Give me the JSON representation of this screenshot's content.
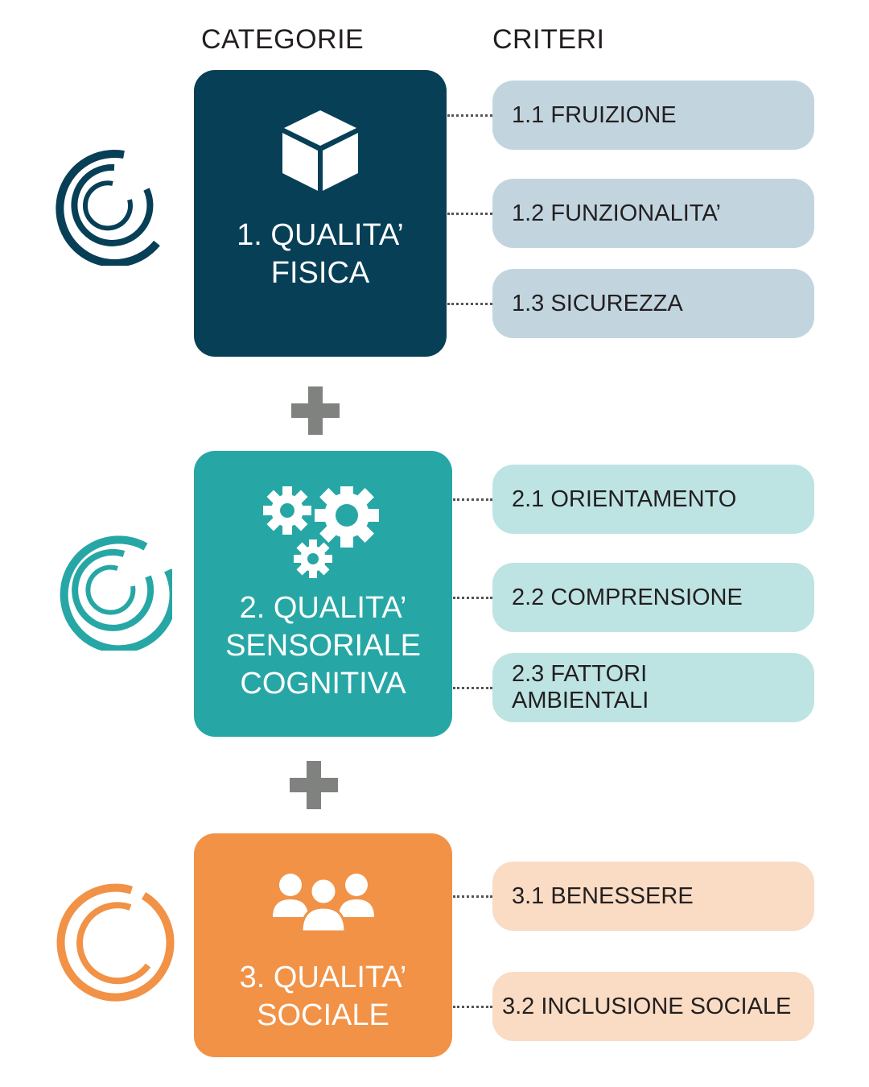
{
  "headers": {
    "categories": "CATEGORIE",
    "criteria": "CRITERI"
  },
  "colors": {
    "physical": "#073f57",
    "physical_light": "#c2d5df",
    "sensory": "#26a7a5",
    "sensory_light": "#bde4e3",
    "social": "#f19246",
    "social_light": "#fadbc4",
    "plus": "#7f827e"
  },
  "categories": [
    {
      "icon": "cube-icon",
      "title_line1": "1. QUALITA’",
      "title_line2": "FISICA",
      "criteria": [
        "1.1 FRUIZIONE",
        "1.2 FUNZIONALITA’",
        "1.3 SICUREZZA"
      ]
    },
    {
      "icon": "gears-icon",
      "title_line1": "2. QUALITA’",
      "title_line2": "SENSORIALE",
      "title_line3": "COGNITIVA",
      "criteria": [
        "2.1 ORIENTAMENTO",
        "2.2 COMPRENSIONE"
      ],
      "criterion_3_line1": "2.3 FATTORI",
      "criterion_3_line2": "AMBIENTALI"
    },
    {
      "icon": "people-icon",
      "title_line1": "3. QUALITA’",
      "title_line2": "SOCIALE",
      "criteria": [
        "3.1 BENESSERE",
        "3.2 INCLUSIONE SOCIALE"
      ]
    }
  ]
}
